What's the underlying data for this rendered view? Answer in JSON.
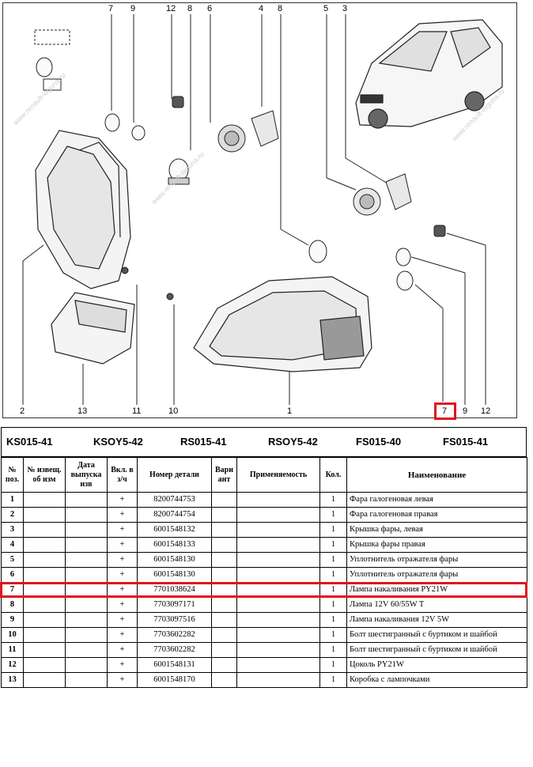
{
  "diagram": {
    "callouts_top": [
      "7",
      "9",
      "12",
      "8",
      "6",
      "4",
      "8",
      "5",
      "3"
    ],
    "callouts_bottom": [
      "2",
      "13",
      "11",
      "10",
      "1",
      "7",
      "9",
      "12"
    ],
    "watermark": "www.renault-laguna.ru"
  },
  "vehicle_codes": [
    "KS015-41",
    "KSOY5-42",
    "RS015-41",
    "RSOY5-42",
    "FS015-40",
    "FS015-41"
  ],
  "table": {
    "headers": {
      "pos": "№ поз.",
      "notice": "№ извещ. об изм",
      "date": "Дата выпуска изв",
      "incl": "Вкл. в з/ч",
      "part": "Номер детали",
      "variant": "Вари ант",
      "applic": "Применяемость",
      "qty": "Кол.",
      "name": "Наименование"
    },
    "rows": [
      {
        "pos": "1",
        "incl": "+",
        "part": "8200744753",
        "qty": "1",
        "name": "Фара галогеновая левая"
      },
      {
        "pos": "2",
        "incl": "+",
        "part": "8200744754",
        "qty": "1",
        "name": "Фара галогеновая правая"
      },
      {
        "pos": "3",
        "incl": "+",
        "part": "6001548132",
        "qty": "1",
        "name": "Крышка фары, левая"
      },
      {
        "pos": "4",
        "incl": "+",
        "part": "6001548133",
        "qty": "1",
        "name": "Крышка фары правая"
      },
      {
        "pos": "5",
        "incl": "+",
        "part": "6001548130",
        "qty": "1",
        "name": "Уплотнитель отражателя фары"
      },
      {
        "pos": "6",
        "incl": "+",
        "part": "6001548130",
        "qty": "1",
        "name": "Уплотнитель отражателя фары"
      },
      {
        "pos": "7",
        "incl": "+",
        "part": "7701038624",
        "qty": "1",
        "name": "Лампа накаливания PY21W"
      },
      {
        "pos": "8",
        "incl": "+",
        "part": "7703097171",
        "qty": "1",
        "name": "Лампа 12V 60/55W T"
      },
      {
        "pos": "9",
        "incl": "+",
        "part": "7703097516",
        "qty": "1",
        "name": "Лампа накаливания 12V 5W"
      },
      {
        "pos": "10",
        "incl": "+",
        "part": "7703602282",
        "qty": "1",
        "name": "Болт шестигранный с буртиком и шайбой"
      },
      {
        "pos": "11",
        "incl": "+",
        "part": "7703602282",
        "qty": "1",
        "name": "Болт шестигранный с буртиком и шайбой"
      },
      {
        "pos": "12",
        "incl": "+",
        "part": "6001548131",
        "qty": "1",
        "name": "Цоколь PY21W"
      },
      {
        "pos": "13",
        "incl": "+",
        "part": "6001548170",
        "qty": "1",
        "name": "Коробка с лампочками"
      }
    ]
  },
  "highlight_color": "#e0141e"
}
